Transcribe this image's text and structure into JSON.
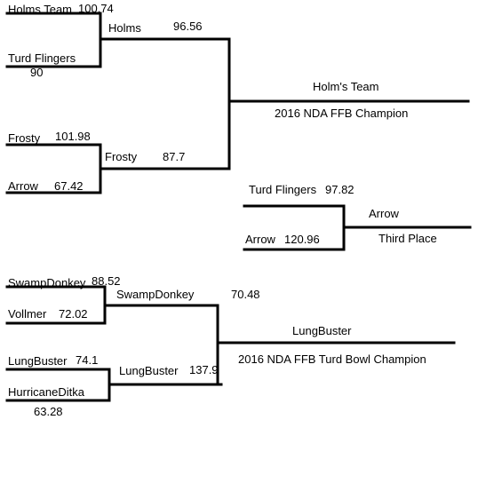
{
  "colors": {
    "background": "#ffffff",
    "lines": "#000000",
    "text": "#000000"
  },
  "championship": {
    "semifinal_1": {
      "team_a": {
        "name": "Holms Team",
        "score": "100.74"
      },
      "team_b": {
        "name": "Turd Flingers",
        "score": "90"
      },
      "winner": {
        "name": "Holms",
        "score": "96.56"
      }
    },
    "semifinal_2": {
      "team_a": {
        "name": "Frosty",
        "score": "101.98"
      },
      "team_b": {
        "name": "Arrow",
        "score": "67.42"
      },
      "winner": {
        "name": "Frosty",
        "score": "87.7"
      }
    },
    "champion": {
      "name": "Holm's Team",
      "title": "2016 NDA FFB Champion"
    }
  },
  "third_place": {
    "team_a": {
      "name": "Turd Flingers",
      "score": "97.82"
    },
    "team_b": {
      "name": "Arrow",
      "score": "120.96"
    },
    "winner": {
      "name": "Arrow",
      "title": "Third Place"
    }
  },
  "turd_bowl": {
    "semifinal_1": {
      "team_a": {
        "name": "SwampDonkey",
        "score": "88.52"
      },
      "team_b": {
        "name": "Vollmer",
        "score": "72.02"
      },
      "winner": {
        "name": "SwampDonkey",
        "score": "70.48"
      }
    },
    "semifinal_2": {
      "team_a": {
        "name": "LungBuster",
        "score": "74.1"
      },
      "team_b": {
        "name": "HurricaneDitka",
        "score": "63.28"
      },
      "winner": {
        "name": "LungBuster",
        "score": "137.9"
      }
    },
    "champion": {
      "name": "LungBuster",
      "title": "2016 NDA FFB Turd Bowl Champion"
    }
  }
}
